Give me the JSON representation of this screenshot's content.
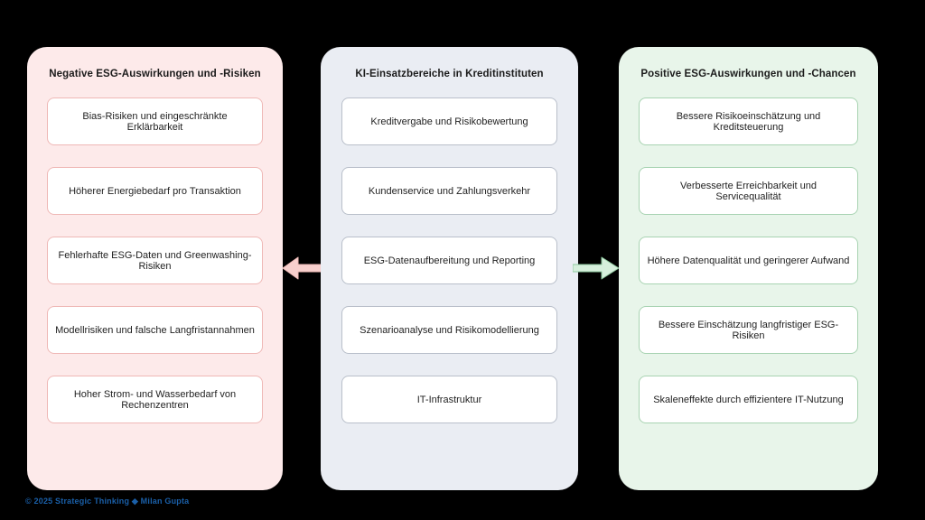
{
  "colors": {
    "background": "#000000",
    "negative_panel_bg": "#fdeaea",
    "negative_card_border": "#efb8b6",
    "neutral_panel_bg": "#eaedf3",
    "neutral_card_border": "#b9bfca",
    "positive_panel_bg": "#e8f5ea",
    "positive_card_border": "#a8d3b2",
    "arrow_left": "#f7cfcd",
    "arrow_right": "#bfe3c8",
    "card_bg": "#ffffff",
    "title_text": "#1b1b1b",
    "card_text": "#1f1f1f",
    "footer_text": "#1a5fa8"
  },
  "panels": {
    "negative": {
      "title": "Negative ESG-Auswirkungen und -Risiken",
      "cards": [
        "Bias-Risiken und eingeschränkte Erklärbarkeit",
        "Höherer Energiebedarf pro Transaktion",
        "Fehlerhafte ESG-Daten und Greenwashing-Risiken",
        "Modellrisiken und falsche Langfristannahmen",
        "Hoher Strom- und Wasserbedarf von Rechenzentren"
      ]
    },
    "ki": {
      "title": "KI-Einsatzbereiche in Kreditinstituten",
      "cards": [
        "Kreditvergabe und Risikobewertung",
        "Kundenservice und Zahlungsverkehr",
        "ESG-Datenaufbereitung und Reporting",
        "Szenarioanalyse und Risikomodellierung",
        "IT-Infrastruktur"
      ]
    },
    "positive": {
      "title": "Positive ESG-Auswirkungen und -Chancen",
      "cards": [
        "Bessere Risikoeinschätzung und Kreditsteuerung",
        "Verbesserte Erreichbarkeit und Servicequalität",
        "Höhere Datenqualität und geringerer Aufwand",
        "Bessere Einschätzung langfristiger ESG-Risiken",
        "Skaleneffekte durch effizientere IT-Nutzung"
      ]
    }
  },
  "arrows": {
    "left": {
      "name": "arrow-pointing-left",
      "direction": "left"
    },
    "right": {
      "name": "arrow-pointing-right",
      "direction": "right"
    }
  },
  "footer": {
    "text": "© 2025 Strategic Thinking ◆ Milan Gupta"
  }
}
